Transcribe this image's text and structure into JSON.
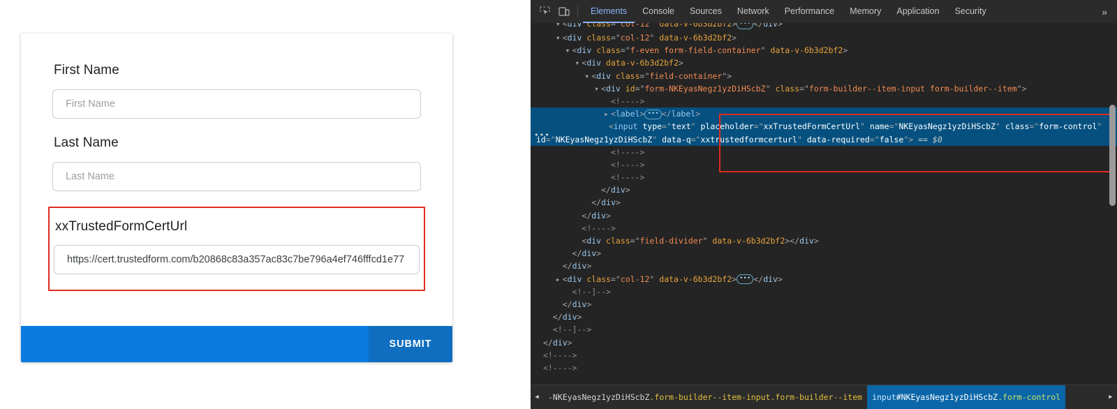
{
  "page": {
    "fields": [
      {
        "label": "First Name",
        "placeholder": "First Name",
        "value": ""
      },
      {
        "label": "Last Name",
        "placeholder": "Last Name",
        "value": ""
      }
    ],
    "highlighted_field": {
      "label": "xxTrustedFormCertUrl",
      "value": "https://cert.trustedform.com/b20868c83a357ac83c7be796a4ef746fffcd1e77",
      "placeholder": "xxTrustedFormCertUrl"
    },
    "submit_label": "SUBMIT",
    "colors": {
      "bar": "#0a7ae0",
      "button": "#0f6ec0",
      "highlight": "#e02b20"
    }
  },
  "devtools": {
    "toolbar": {
      "inspect_icon": "inspect-element-icon",
      "device_icon": "device-toolbar-icon",
      "overflow_label": "»",
      "tabs": [
        {
          "label": "Elements",
          "active": true
        },
        {
          "label": "Console",
          "active": false
        },
        {
          "label": "Sources",
          "active": false
        },
        {
          "label": "Network",
          "active": false
        },
        {
          "label": "Performance",
          "active": false
        },
        {
          "label": "Memory",
          "active": false
        },
        {
          "label": "Application",
          "active": false
        },
        {
          "label": "Security",
          "active": false
        }
      ]
    },
    "tree": {
      "clipped_top_line": "<div class=\"col-12\" data-v-6b3d2bf2>…</div>",
      "lines": [
        {
          "indent": 2,
          "tri": "open",
          "type": "tag",
          "tag": "div",
          "attrs": [
            [
              "class",
              "col-12"
            ],
            [
              "data-v-6b3d2bf2",
              null
            ]
          ]
        },
        {
          "indent": 3,
          "tri": "open",
          "type": "tag",
          "tag": "div",
          "attrs": [
            [
              "class",
              "f-even form-field-container"
            ],
            [
              "data-v-6b3d2bf2",
              null
            ]
          ]
        },
        {
          "indent": 4,
          "tri": "open",
          "type": "tag",
          "tag": "div",
          "attrs": [
            [
              "data-v-6b3d2bf2",
              null
            ]
          ]
        },
        {
          "indent": 5,
          "tri": "open",
          "type": "tag",
          "tag": "div",
          "attrs": [
            [
              "class",
              "field-container"
            ]
          ]
        },
        {
          "indent": 6,
          "tri": "open",
          "type": "tag-wrap",
          "tag": "div",
          "attrs": [
            [
              "id",
              "form-NKEyasNegz1yzDiHScbZ"
            ],
            [
              "class",
              "form-builder--item-input form-builder--item"
            ]
          ]
        },
        {
          "indent": 7,
          "tri": "blank",
          "type": "comment",
          "text": "<!---->"
        },
        {
          "indent": 7,
          "tri": "closed",
          "type": "collapsed-label",
          "text": "<label>…</label>",
          "selected_outline_start": true
        },
        {
          "indent": 7,
          "tri": "blank",
          "type": "selected-input"
        },
        {
          "indent": 7,
          "tri": "blank",
          "type": "comment",
          "text": "<!---->",
          "selected_outline_end": true
        },
        {
          "indent": 7,
          "tri": "blank",
          "type": "comment",
          "text": "<!---->"
        },
        {
          "indent": 7,
          "tri": "blank",
          "type": "comment",
          "text": "<!---->"
        },
        {
          "indent": 6,
          "tri": "blank",
          "type": "close",
          "text": "</div>"
        },
        {
          "indent": 5,
          "tri": "blank",
          "type": "close",
          "text": "</div>"
        },
        {
          "indent": 4,
          "tri": "blank",
          "type": "close",
          "text": "</div>"
        },
        {
          "indent": 4,
          "tri": "blank",
          "type": "comment",
          "text": "<!---->"
        },
        {
          "indent": 4,
          "tri": "blank",
          "type": "tag-inline",
          "tag": "div",
          "attrs": [
            [
              "class",
              "field-divider"
            ],
            [
              "data-v-6b3d2bf2",
              null
            ]
          ],
          "close": "</div>"
        },
        {
          "indent": 3,
          "tri": "blank",
          "type": "close",
          "text": "</div>"
        },
        {
          "indent": 2,
          "tri": "blank",
          "type": "close",
          "text": "</div>"
        },
        {
          "indent": 2,
          "tri": "closed",
          "type": "tag-collapsed",
          "tag": "div",
          "attrs": [
            [
              "class",
              "col-12"
            ],
            [
              "data-v-6b3d2bf2",
              null
            ]
          ],
          "close": "</div>"
        },
        {
          "indent": 3,
          "tri": "blank",
          "type": "comment",
          "text": "<!--]-->"
        },
        {
          "indent": 2,
          "tri": "blank",
          "type": "close",
          "text": "</div>"
        },
        {
          "indent": 1,
          "tri": "blank",
          "type": "close",
          "text": "</div>"
        },
        {
          "indent": 1,
          "tri": "blank",
          "type": "comment",
          "text": "<!--]-->"
        },
        {
          "indent": 0,
          "tri": "blank",
          "type": "close",
          "text": "</div>"
        },
        {
          "indent": 0,
          "tri": "blank",
          "type": "comment",
          "text": "<!---->"
        },
        {
          "indent": 0,
          "tri": "blank",
          "type": "comment",
          "text": "<!---->"
        }
      ],
      "selected_node": {
        "collapsed_label": "<label>…</label>",
        "tag": "input",
        "attrs": [
          [
            "type",
            "text"
          ],
          [
            "placeholder",
            "xxTrustedFormCertUrl"
          ],
          [
            "name",
            "NKEyasNegz1yzDiHScbZ"
          ],
          [
            "class",
            "form-control"
          ],
          [
            "id",
            "NKEyasNegz1yzDiHScbZ"
          ],
          [
            "data-q",
            "xxtrustedformcerturl"
          ],
          [
            "data-required",
            "false"
          ]
        ],
        "console_ref": "== $0"
      }
    },
    "breadcrumb": {
      "left_arrow": "◀",
      "right_arrow": "▶",
      "items": [
        {
          "truncated": true,
          "id": "-NKEyasNegz1yzDiHScbZ",
          "classes": [
            ".form-builder--item-input",
            ".form-builder--item"
          ],
          "active": false
        },
        {
          "tag": "input",
          "id": "#NKEyasNegz1yzDiHScbZ",
          "classes": [
            ".form-control"
          ],
          "active": true
        }
      ]
    }
  }
}
